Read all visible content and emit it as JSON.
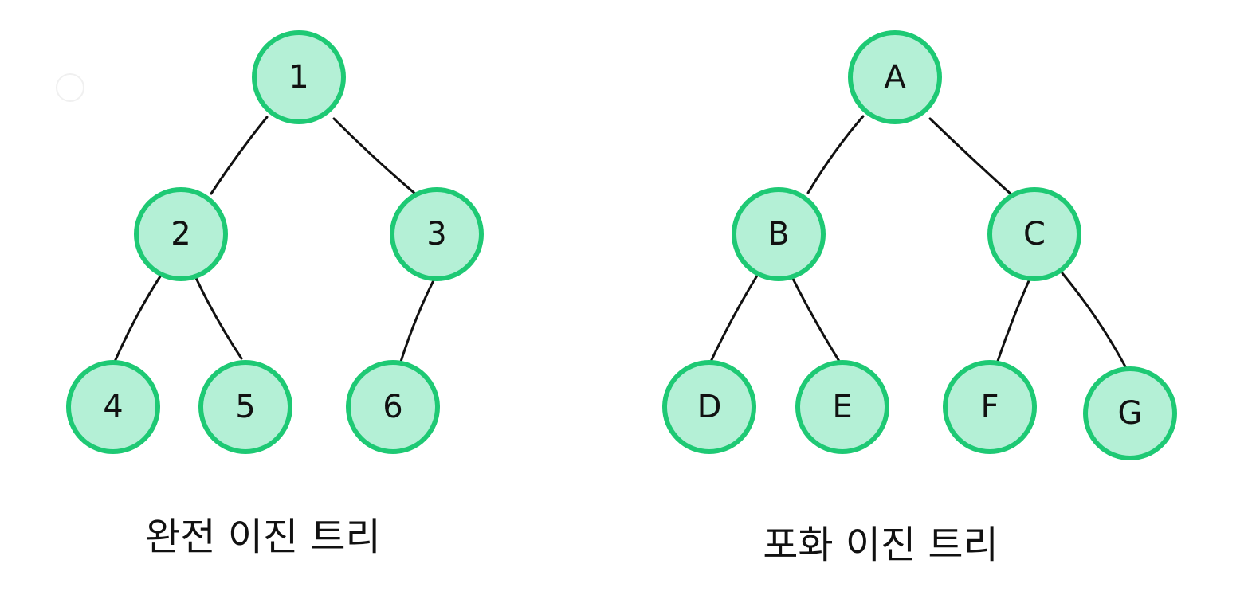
{
  "colors": {
    "node_fill": "#b4f0d6",
    "node_stroke": "#1ec974",
    "edge": "#111111",
    "text": "#111111",
    "background": "#ffffff"
  },
  "trees": [
    {
      "id": "complete",
      "caption": "완전 이진 트리",
      "nodes": [
        {
          "id": "1",
          "label": "1"
        },
        {
          "id": "2",
          "label": "2"
        },
        {
          "id": "3",
          "label": "3"
        },
        {
          "id": "4",
          "label": "4"
        },
        {
          "id": "5",
          "label": "5"
        },
        {
          "id": "6",
          "label": "6"
        }
      ],
      "edges": [
        [
          "1",
          "2"
        ],
        [
          "1",
          "3"
        ],
        [
          "2",
          "4"
        ],
        [
          "2",
          "5"
        ],
        [
          "3",
          "6"
        ]
      ]
    },
    {
      "id": "full",
      "caption": "포화 이진 트리",
      "nodes": [
        {
          "id": "A",
          "label": "A"
        },
        {
          "id": "B",
          "label": "B"
        },
        {
          "id": "C",
          "label": "C"
        },
        {
          "id": "D",
          "label": "D"
        },
        {
          "id": "E",
          "label": "E"
        },
        {
          "id": "F",
          "label": "F"
        },
        {
          "id": "G",
          "label": "G"
        }
      ],
      "edges": [
        [
          "A",
          "B"
        ],
        [
          "A",
          "C"
        ],
        [
          "B",
          "D"
        ],
        [
          "B",
          "E"
        ],
        [
          "C",
          "F"
        ],
        [
          "C",
          "G"
        ]
      ]
    }
  ]
}
